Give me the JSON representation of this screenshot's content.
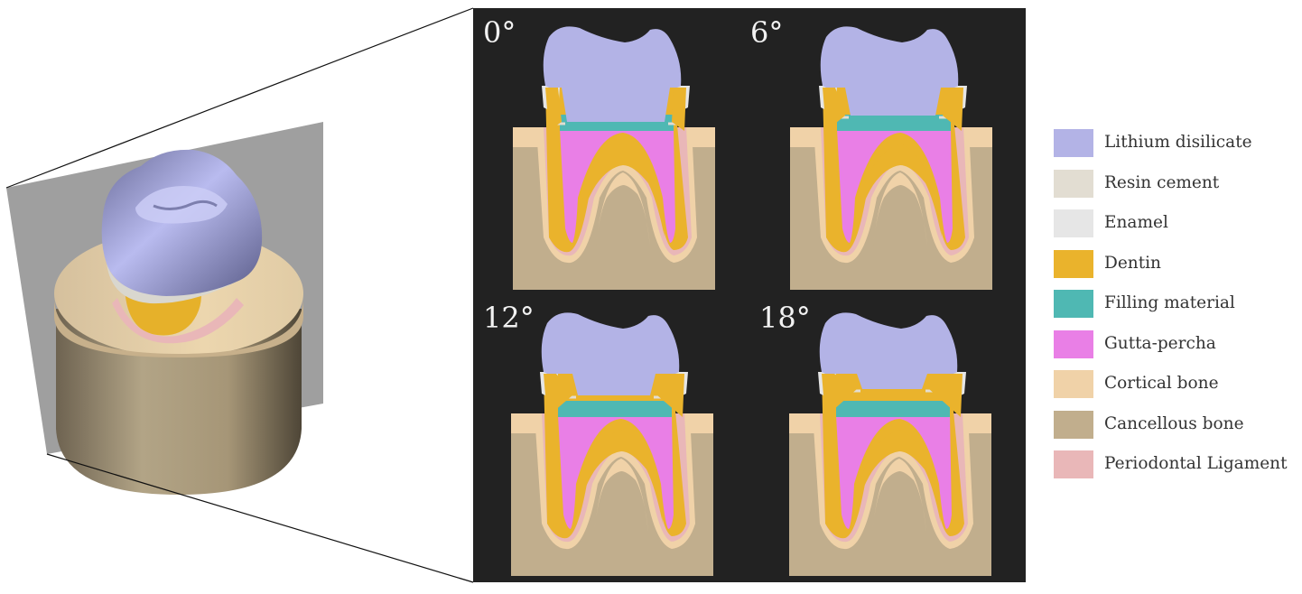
{
  "panels": [
    {
      "label": "0°",
      "cavity": 0
    },
    {
      "label": "6°",
      "cavity": 1
    },
    {
      "label": "12°",
      "cavity": 2
    },
    {
      "label": "18°",
      "cavity": 3
    }
  ],
  "legend": [
    {
      "label": "Lithium disilicate",
      "color": "#b3b3e6"
    },
    {
      "label": "Resin cement",
      "color": "#e2ddd2"
    },
    {
      "label": "Enamel",
      "color": "#e6e6e6"
    },
    {
      "label": "Dentin",
      "color": "#eab32c"
    },
    {
      "label": "Filling material",
      "color": "#4fb8b3"
    },
    {
      "label": "Gutta-percha",
      "color": "#e97fe6"
    },
    {
      "label": "Cortical bone",
      "color": "#f0d2a8"
    },
    {
      "label": "Cancellous bone",
      "color": "#c1ae8d"
    },
    {
      "label": "Periodontal Ligament",
      "color": "#e9b7b8"
    }
  ],
  "colors": {
    "panel_bg": "#222222",
    "crown_3d": "#a3a4d6",
    "section_plane": "#7f7f7f"
  }
}
